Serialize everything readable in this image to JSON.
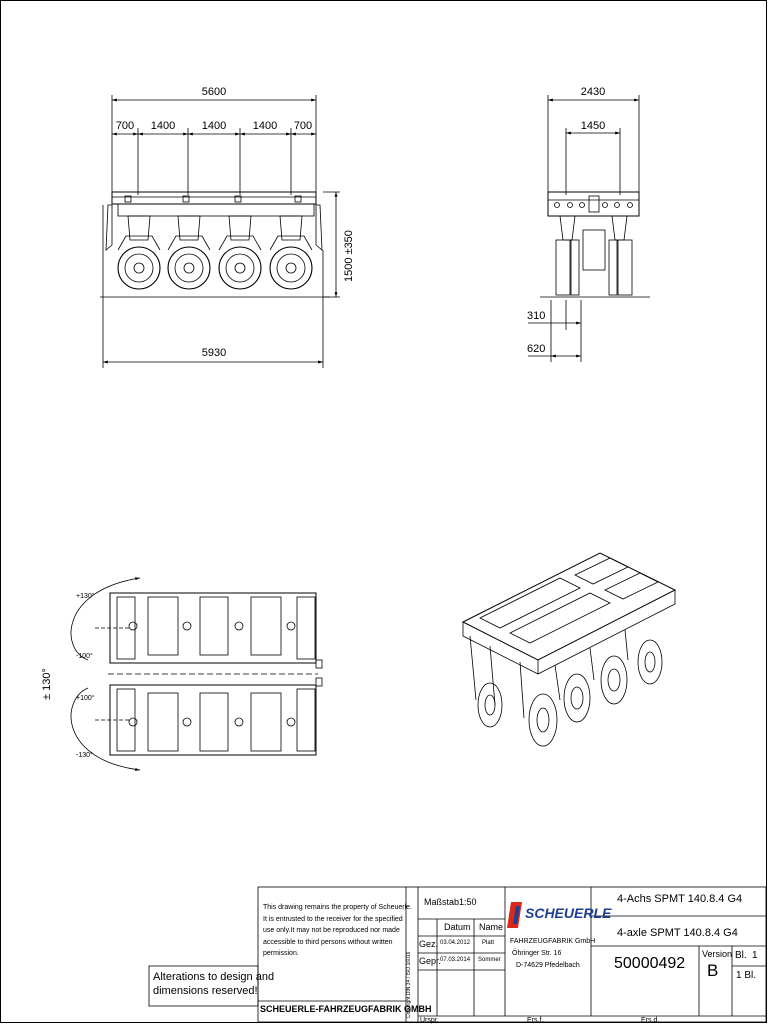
{
  "side_view": {
    "dim_overall": "5600",
    "dim_segments": [
      "700",
      "1400",
      "1400",
      "1400",
      "700"
    ],
    "dim_length": "5930",
    "dim_height": "1500 ±350"
  },
  "front_view": {
    "dim_width": "2430",
    "dim_track": "1450",
    "dim_310": "310",
    "dim_620": "620"
  },
  "top_view": {
    "angles": [
      "+130°",
      "-100°",
      "+100°",
      "-130°"
    ],
    "steer_range": "± 130°"
  },
  "title_block": {
    "property_notice": [
      "This drawing remains the property of Scheuerle.",
      "It is entrusted to the receiver for the specified",
      "use only.It may not be reproduced nor made",
      "accessible to third persons without written",
      "permission."
    ],
    "company_bold": "SCHEUERLE-FAHRZEUGFABRIK GMBH",
    "alterations": [
      "Alterations to design and",
      "dimensions reserved!"
    ],
    "copyright": "Copyright DIN 34 / ISO 16016",
    "scale_label": "Maßstab",
    "scale_value": "1:50",
    "datum_header": "Datum",
    "name_header": "Name",
    "gez_label": "Gez.",
    "gez_date": "03.04.2012",
    "gez_name": "Platt",
    "gepr_label": "Gepr.",
    "gepr_date": "07.03.2014",
    "gepr_name": "Sommer",
    "logo_text": "SCHEUERLE",
    "company_address": [
      "FAHRZEUGFABRIK GmbH",
      "Öhringer Str. 16",
      "D-74629 Pfedelbach"
    ],
    "title_de": "4-Achs SPMT 140.8.4 G4",
    "title_en": "4-axle SPMT 140.8.4 G4",
    "drawing_number": "50000492",
    "version_label": "Version",
    "version_value": "B",
    "sheet_label": "Bl.",
    "sheet_value": "1",
    "sheet_total": "1 Bl.",
    "urspr": "Urspr.",
    "ersf": "Ers.f.",
    "ersd": "Ers.d."
  },
  "colors": {
    "line": "#000000",
    "logo_red": "#d9281e",
    "logo_blue": "#1c3f94"
  }
}
